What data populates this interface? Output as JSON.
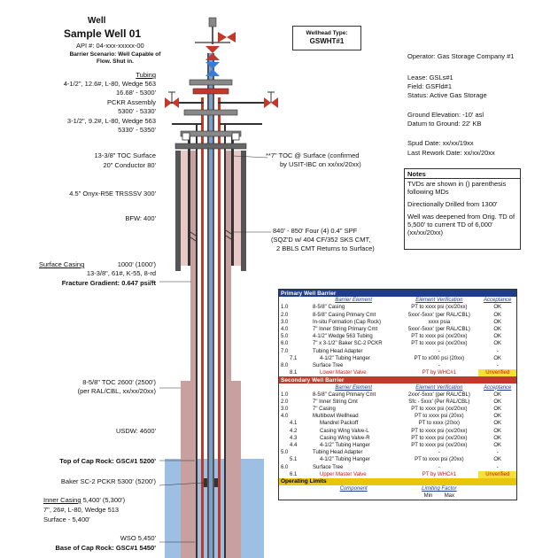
{
  "header": {
    "well": "Well",
    "name": "Sample Well 01",
    "api": "API #: 04-xxx-xxxxx-00",
    "scenario_line1": "Barrier Scenario: Well Capable of",
    "scenario_line2": "Flow. Shut in.",
    "wellhead_label": "Wellhead Type:",
    "wellhead_value": "GSWHT#1"
  },
  "tubing": {
    "title": "Tubing",
    "l1": "4-1/2\", 12.6#, L-80, Wedge 563",
    "l2": "16.68' - 5300'",
    "l3": "PCKR Assembly",
    "l4": "5300' - 5330'",
    "l5": "3-1/2\", 9.2#, L-80, Wedge 563",
    "l6": "5330' - 5350'"
  },
  "left_labels": {
    "toc1": "13-3/8\" TOC  Surface",
    "conductor": "20\" Conductor   80'",
    "trsssv": "4.5\" Onyx-R5E TRSSSV  300'",
    "bfw": "BFW: 400'",
    "surf_casing_title": "Surface Casing",
    "surf_casing_depth": "1000' (1000')",
    "surf_casing_spec": "13-3/8\", 61#, K-55, 8-rd",
    "frac_grad": "Fracture Gradient: 0.647 psi/ft",
    "toc2_l1": "8-5/8\" TOC  2600' (2500')",
    "toc2_l2": "(per RAL/CBL, xx/xx/20xx)",
    "usdw": "USDW: 4600'",
    "cap_top": "Top of Cap Rock: GSC#1 5200'",
    "packer": "Baker SC-2 PCKR    5300' (5200')",
    "inner_title": "Inner Casing",
    "inner_depth": " 5,400' (5,300')",
    "inner_spec": "7\", 26#, L-80, Wedge 513",
    "inner_surface": "Surface - 5,400'",
    "wso": "WSO   5,450'",
    "cap_base": "Base of Cap Rock: GSC#1 5450'"
  },
  "mid_labels": {
    "toc7_l1": "**7\" TOC @ Surface (confirmed",
    "toc7_l2": "by USIT-IBC on xx/xx/20xx)",
    "perf_l1": "840' - 850'  Four (4) 0.4\" SPF",
    "perf_l2": "(SQZ'D w/ 404 CF/352 SKS CMT,",
    "perf_l3": "2 BBLS CMT Returns to Surface)"
  },
  "right_info": {
    "operator": "Operator: Gas Storage Company #1",
    "lease": "Lease: GSLs#1",
    "field": "Field: GSFld#1",
    "status": "Status: Active Gas Storage",
    "ground_elev": "Ground Elevation: -10' asl",
    "datum": "Datum to Ground: 22' KB",
    "spud": "Spud Date: xx/xx/19xx",
    "rework": "Last Rework Date: xx/xx/20xx"
  },
  "notes": {
    "title": "Notes",
    "n1": "TVDs are shown in () parenthesis following MDs",
    "n2": "Directionally Drilled from 1300'",
    "n3": "Well was deepened from Orig. TD of 5,500' to current TD of 6,000' (xx/xx/20xx)"
  },
  "columns": {
    "element": "Barrier Element",
    "verification": "Element Verification",
    "acceptance": "Acceptance"
  },
  "primary": {
    "title": "Primary Well Barrier",
    "rows": [
      {
        "n": "1.0",
        "e": "8-5/8\" Casing",
        "v": "PT to xxxx psi (xx/20xx)",
        "a": "OK"
      },
      {
        "n": "2.0",
        "e": "8-5/8\" Casing Primary Cmt",
        "v": "5xxx'-5xxx' (per RAL/CBL)",
        "a": "OK"
      },
      {
        "n": "3.0",
        "e": "In-situ Formation (Cap Rock)",
        "v": "xxxx psia",
        "a": "OK"
      },
      {
        "n": "4.0",
        "e": "7\" Inner String Primary Cmt",
        "v": "5xxx'-5xxx' (per RAL/CBL)",
        "a": "OK"
      },
      {
        "n": "5.0",
        "e": "4-1/2\" Wedge 563 Tubing",
        "v": "PT to xxxx psi (xx/20xx)",
        "a": "OK"
      },
      {
        "n": "6.0",
        "e": "7\" x 3-1/2\" Baker SC-2 PCKR",
        "v": "PT to xxxx psi (xx/20xx)",
        "a": "OK"
      },
      {
        "n": "7.0",
        "e": "Tubing Head Adapter",
        "v": "-",
        "a": "-"
      },
      {
        "n": "7.1",
        "e": "4-1/2\" Tubing Hanger",
        "v": "PT to x000 psi (20xx)",
        "a": "OK"
      },
      {
        "n": "8.0",
        "e": "Surface Tree",
        "v": "-",
        "a": "-"
      },
      {
        "n": "8.1",
        "e": "Lower Master Valve",
        "v": "PT by WHC#1",
        "a": "Unverified"
      }
    ]
  },
  "secondary": {
    "title": "Secondary Well Barrier",
    "rows": [
      {
        "n": "1.0",
        "e": "8-5/8\" Casing Primary Cmt",
        "v": "2xxx'-5xxx' (per RAL/CBL)",
        "a": "OK"
      },
      {
        "n": "2.0",
        "e": "7\" Inner String Cmt",
        "v": "Sfc - 5xxx' (Per RAL/CBL)",
        "a": "OK"
      },
      {
        "n": "3.0",
        "e": "7\" Casing",
        "v": "PT to xxxx psi (xx/20xx)",
        "a": "OK"
      },
      {
        "n": "4.0",
        "e": "Multibowl Wellhead",
        "v": "PT to xxxx psi (20xx)",
        "a": "OK"
      },
      {
        "n": "4.1",
        "e": "Mandrel Packoff",
        "v": "PT to xxxx (20xx)",
        "a": "OK"
      },
      {
        "n": "4.2",
        "e": "Casing Wing Valve-L",
        "v": "PT to xxxx psi (xx/20xx)",
        "a": "OK"
      },
      {
        "n": "4.3",
        "e": "Casing Wing Valve-R",
        "v": "PT to xxxx psi (xx/20xx)",
        "a": "OK"
      },
      {
        "n": "4.4",
        "e": "4-1/2\" Tubing Hanger",
        "v": "PT to xxxx psi (xx/20xx)",
        "a": "OK"
      },
      {
        "n": "5.0",
        "e": "Tubing Head Adapter",
        "v": "-",
        "a": "-"
      },
      {
        "n": "5.1",
        "e": "4-1/2\" Tubing Hanger",
        "v": "PT to xxxx psi (20xx)",
        "a": "OK"
      },
      {
        "n": "6.0",
        "e": "Surface Tree",
        "v": "-",
        "a": "-"
      },
      {
        "n": "6.1",
        "e": "Upper Master Valve",
        "v": "PT by WHC#1",
        "a": "Unverified"
      }
    ]
  },
  "limits": {
    "title": "Operating Limits",
    "component": "Component",
    "limiting": "Limiting Factor",
    "min": "Min",
    "max": "Max"
  },
  "colors": {
    "cement": "#c8a0a0",
    "tubing_red": "#c0392b",
    "caprock_blue": "#9dbfe3",
    "primary_hdr": "#1f3d8f",
    "secondary_hdr": "#c0392b",
    "limits_hdr": "#e7c60c"
  }
}
